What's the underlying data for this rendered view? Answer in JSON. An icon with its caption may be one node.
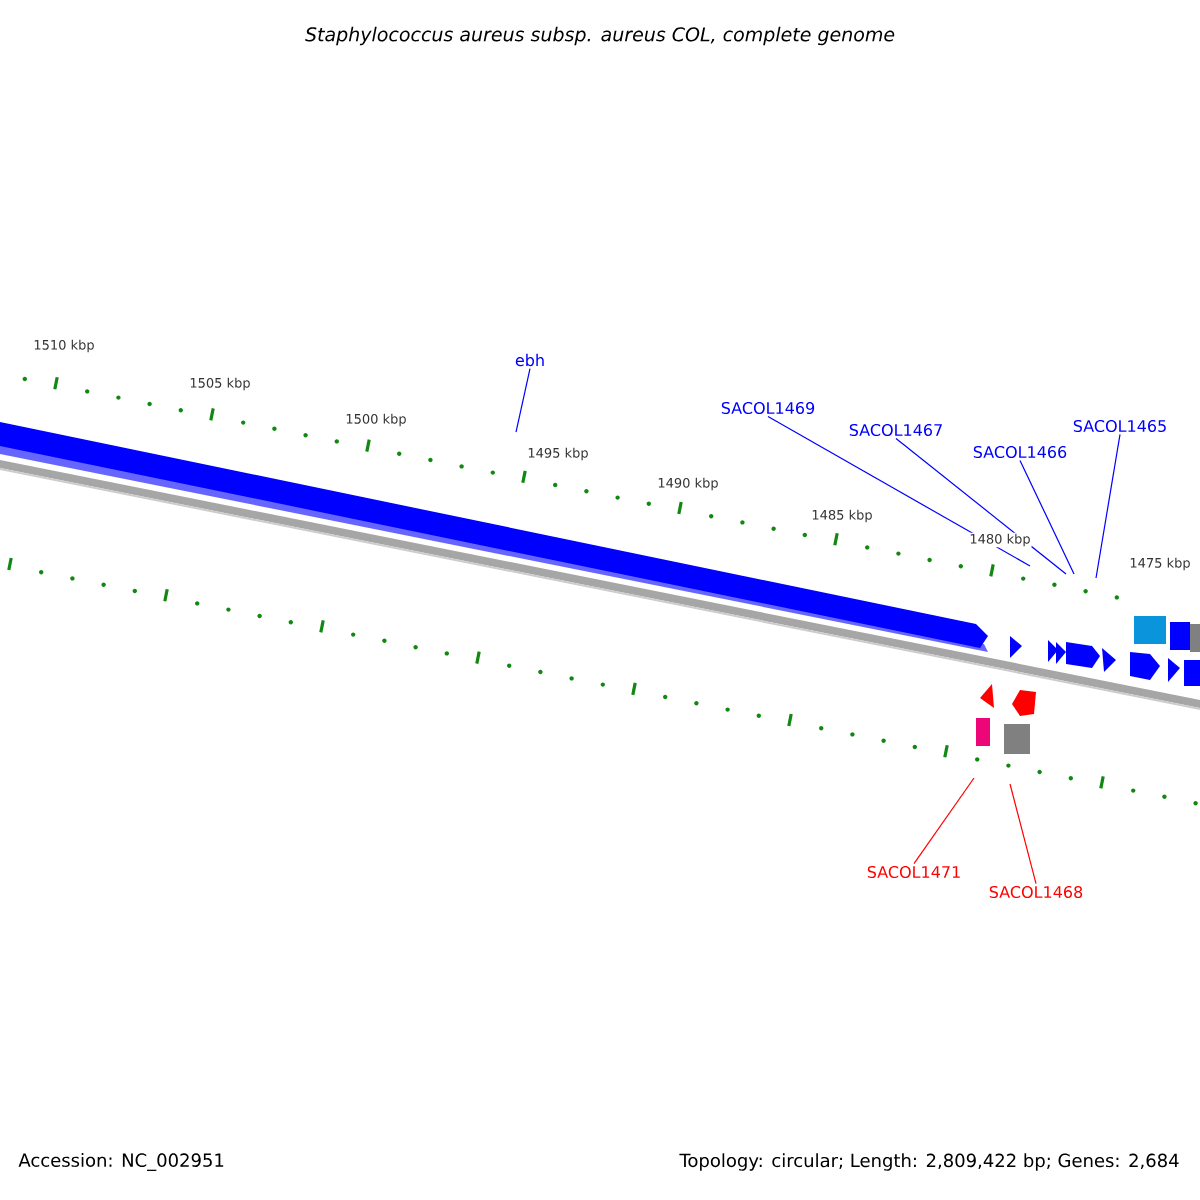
{
  "diagram": {
    "title": "Staphylococcus aureus subsp. aureus COL, complete genome",
    "nodes": [
      {
        "text": [
          "ebh"
        ]
      },
      {
        "text": [
          "SACOL1469"
        ]
      },
      {
        "text": [
          "SACOL1467"
        ]
      },
      {
        "text": [
          "SACOL1466"
        ]
      },
      {
        "text": [
          "SACOL1465"
        ]
      },
      {
        "text": [
          "SACOL1471"
        ]
      },
      {
        "text": [
          "SACOL1468"
        ]
      }
    ],
    "edges": [
      {
        "from": 0,
        "to": null,
        "arrow": "none"
      },
      {
        "from": 1,
        "to": null,
        "arrow": "none"
      },
      {
        "from": 2,
        "to": null,
        "arrow": "none"
      },
      {
        "from": 3,
        "to": null,
        "arrow": "none"
      },
      {
        "from": 4,
        "to": null,
        "arrow": "none"
      },
      {
        "from": 5,
        "to": null,
        "arrow": "none",
        "color": "#ff0000"
      },
      {
        "from": 6,
        "to": null,
        "arrow": "none",
        "color": "#ff0000"
      }
    ],
    "labels": [
      "1510 kbp",
      "1505 kbp",
      "1500 kbp",
      "1495 kbp",
      "1490 kbp",
      "1485 kbp",
      "1480 kbp",
      "1475 kbp",
      "Accession: NC_002951",
      "Topology: circular; Length: 2,809,422 bp; Genes: 2,684"
    ]
  }
}
